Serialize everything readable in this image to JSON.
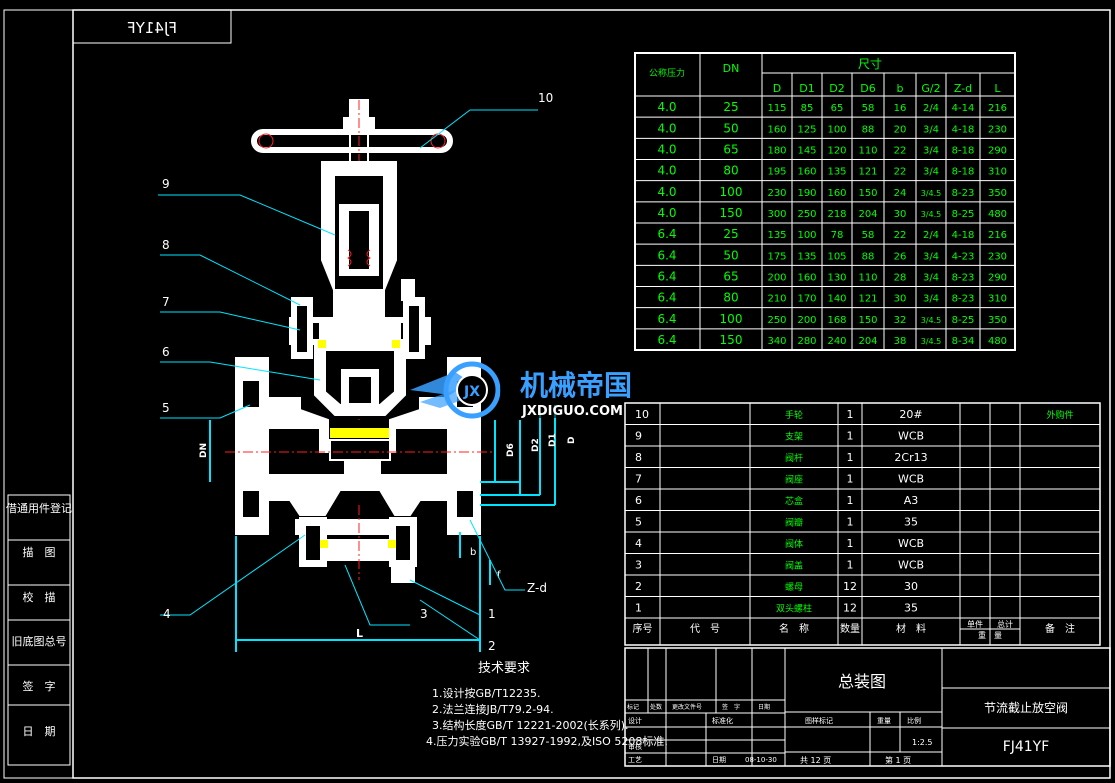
{
  "drawing_code_mirrored": "FJ41YF",
  "side_labels": [
    "借通用件登记",
    "描　图",
    "校　描",
    "旧底图总号",
    "签　字",
    "日　期"
  ],
  "callouts": [
    "10",
    "9",
    "8",
    "7",
    "6",
    "5",
    "4",
    "3",
    "1",
    "2",
    "Z-d"
  ],
  "dim_labels": {
    "L": "L",
    "b": "b",
    "f": "f",
    "DN": "DN",
    "D6": "D6",
    "D2": "D2",
    "D1": "D1",
    "D": "D"
  },
  "dim_table": {
    "col_pressure": "公称压力",
    "col_dn": "DN",
    "size_header": "尺寸",
    "sub_headers": [
      "D",
      "D1",
      "D2",
      "D6",
      "b",
      "G/2",
      "Z-d",
      "L"
    ],
    "rows": [
      [
        "4.0",
        "25",
        "115",
        "85",
        "65",
        "58",
        "16",
        "2/4",
        "4-14",
        "216"
      ],
      [
        "4.0",
        "50",
        "160",
        "125",
        "100",
        "88",
        "20",
        "3/4",
        "4-18",
        "230"
      ],
      [
        "4.0",
        "65",
        "180",
        "145",
        "120",
        "110",
        "22",
        "3/4",
        "8-18",
        "290"
      ],
      [
        "4.0",
        "80",
        "195",
        "160",
        "135",
        "121",
        "22",
        "3/4",
        "8-18",
        "310"
      ],
      [
        "4.0",
        "100",
        "230",
        "190",
        "160",
        "150",
        "24",
        "3/4.5",
        "8-23",
        "350"
      ],
      [
        "4.0",
        "150",
        "300",
        "250",
        "218",
        "204",
        "30",
        "3/4.5",
        "8-25",
        "480"
      ],
      [
        "6.4",
        "25",
        "135",
        "100",
        "78",
        "58",
        "22",
        "2/4",
        "4-18",
        "216"
      ],
      [
        "6.4",
        "50",
        "175",
        "135",
        "105",
        "88",
        "26",
        "3/4",
        "4-23",
        "230"
      ],
      [
        "6.4",
        "65",
        "200",
        "160",
        "130",
        "110",
        "28",
        "3/4",
        "8-23",
        "290"
      ],
      [
        "6.4",
        "80",
        "210",
        "170",
        "140",
        "121",
        "30",
        "3/4",
        "8-23",
        "310"
      ],
      [
        "6.4",
        "100",
        "250",
        "200",
        "168",
        "150",
        "32",
        "3/4.5",
        "8-25",
        "350"
      ],
      [
        "6.4",
        "150",
        "340",
        "280",
        "240",
        "204",
        "38",
        "3/4.5",
        "8-34",
        "480"
      ]
    ]
  },
  "watermark": {
    "cn": "机械帝国",
    "en": "JXDIGUO.COM"
  },
  "parts": {
    "rows": [
      [
        "10",
        "",
        "手轮",
        "1",
        "20#",
        "",
        "",
        "外购件"
      ],
      [
        "9",
        "",
        "支架",
        "1",
        "WCB",
        "",
        "",
        ""
      ],
      [
        "8",
        "",
        "阀杆",
        "1",
        "2Cr13",
        "",
        "",
        ""
      ],
      [
        "7",
        "",
        "阀座",
        "1",
        "WCB",
        "",
        "",
        ""
      ],
      [
        "6",
        "",
        "芯盒",
        "1",
        "A3",
        "",
        "",
        ""
      ],
      [
        "5",
        "",
        "阀瓣",
        "1",
        "35",
        "",
        "",
        ""
      ],
      [
        "4",
        "",
        "阀体",
        "1",
        "WCB",
        "",
        "",
        ""
      ],
      [
        "3",
        "",
        "阀盖",
        "1",
        "WCB",
        "",
        "",
        ""
      ],
      [
        "2",
        "",
        "螺母",
        "12",
        "30",
        "",
        "",
        ""
      ],
      [
        "1",
        "",
        "双头螺柱",
        "12",
        "35",
        "",
        "",
        ""
      ]
    ],
    "header": [
      "序号",
      "代　号",
      "名　称",
      "数量",
      "材　料",
      "单件",
      "总计",
      "备　注"
    ],
    "header_sub": "重　量"
  },
  "title_block": {
    "drawing_title": "总装图",
    "product_name": "节流截止放空阀",
    "drawing_no": "FJ41YF",
    "labels": [
      "标记",
      "处数",
      "更改文件号",
      "签　字",
      "日期",
      "设计",
      "标准化",
      "审核",
      "工艺",
      "日期",
      "图样标记",
      "重量",
      "比例",
      "共 12 页",
      "第 1 页"
    ],
    "date_value": "08-10-30",
    "scale": "1:2.5"
  },
  "tech_req": {
    "title": "技术要求",
    "items": [
      "1.设计按GB/T12235.",
      "2.法兰连接JB/T79.2-94.",
      "3.结构长度GB/T 12221-2002(长系列).",
      "4.压力实验GB/T 13927-1992,及ISO 5208标准."
    ]
  },
  "colors": {
    "frame": "#ffffff",
    "green": "#00ff00",
    "cyan": "#00e5ff",
    "yellow": "#ffff00",
    "red": "#ff2020",
    "blue_wm": "#3aa0ff"
  }
}
